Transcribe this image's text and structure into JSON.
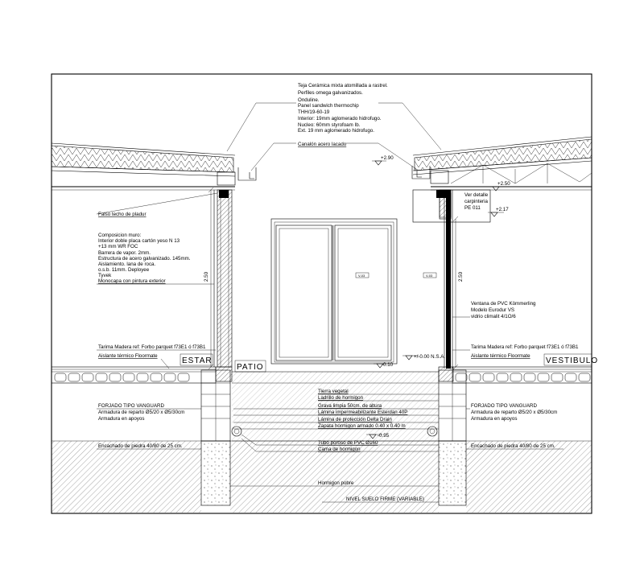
{
  "roof": {
    "top_note": [
      "Teja Cerámica mixta atomillada a rastrel.",
      "Perfiles omega galvanizados.",
      "Onduline.",
      "Panel sandwich thermochip",
      "THH/19-60-19",
      "Interior: 19mm aglomerado hidrofugo.",
      "Nucleo:  60mm styrofoam Ib.",
      "Ext.      19 mm aglomerado hidrofugo."
    ],
    "gutter_label": "Canalón acero lacado",
    "level_roof": "+2.90"
  },
  "left_wall": {
    "ceiling_label": "Falso techo de pladur",
    "composition": [
      "Composicion muro:",
      "Interior doble placa cartón yeso N 13",
      "+13 mm WR FOC",
      "Barrera de vapor. 2mm.",
      "Estructura de acero galvanizado. 145mm.",
      "Aislamiento. lana de roca.",
      "o.s.b. 11mm. Deployee",
      "Tyvek",
      "Monocapa con pintura exterior"
    ],
    "height_dim": "2.50",
    "floor_label": "Tarima Madera ref: Forbo  parquet f73E1 ó f73B1",
    "insulation_label": "Aislante térmico Floormate",
    "room_name": "ESTAR",
    "slab_lines": [
      "FORJADO TIPO VANGUARD",
      "Armadura de reparto Ø5/20 x Ø5/30cm",
      "Armadura en apoyos"
    ],
    "stone_label": "Encachado de piedra 40/80 de 25 cm."
  },
  "right_wall": {
    "detail_ref": [
      "Ver detalle",
      "carpinteria",
      "PE 011"
    ],
    "level_top": "+2.50",
    "level_window": "+2.17",
    "height_dim": "2.50",
    "window_note": [
      "Ventana de PVC Kömmerling",
      "Modelo Eurodur VS",
      "vidrio climalit 4/1O/6"
    ],
    "floor_label": "Tarima Madera ref: Forbo  parquet f73E1 ó f73B1",
    "insulation_label": "Aislante térmico Floormate",
    "room_name": "VESTIBULO",
    "slab_lines": [
      "FORJADO TIPO VANGUARD",
      "Armadura de reparto Ø5/20 x Ø5/30cm",
      "Armadura en apoyos"
    ],
    "stone_label": "Encachado de piedra 40/80 de 25 cm."
  },
  "patio": {
    "room_name": "PATIO",
    "door_tag_left": "V-03",
    "door_tag_right": "V-03",
    "level_floor": "+/-0.00 N.S.A.",
    "level_patio": "-0.10",
    "level_drain": "-0.95",
    "layers": [
      "Tierra vegetal",
      "Ladrillo de hormigon",
      "Grava limpia 50cm. de altura",
      "Lámina impermeabilizante Esterdan 40P",
      "Lámina de protección Delta Drain",
      "Zapata hormigon armado 0.40 x 0.40 m"
    ],
    "drain_lines": [
      "Tubo poroso de PVC Ø160",
      "Cama de hormigon"
    ]
  },
  "foundation": {
    "concrete_label": "Hormigon pobre",
    "ground_level": "NIVEL SUELO FIRME (VARIABLE)"
  }
}
